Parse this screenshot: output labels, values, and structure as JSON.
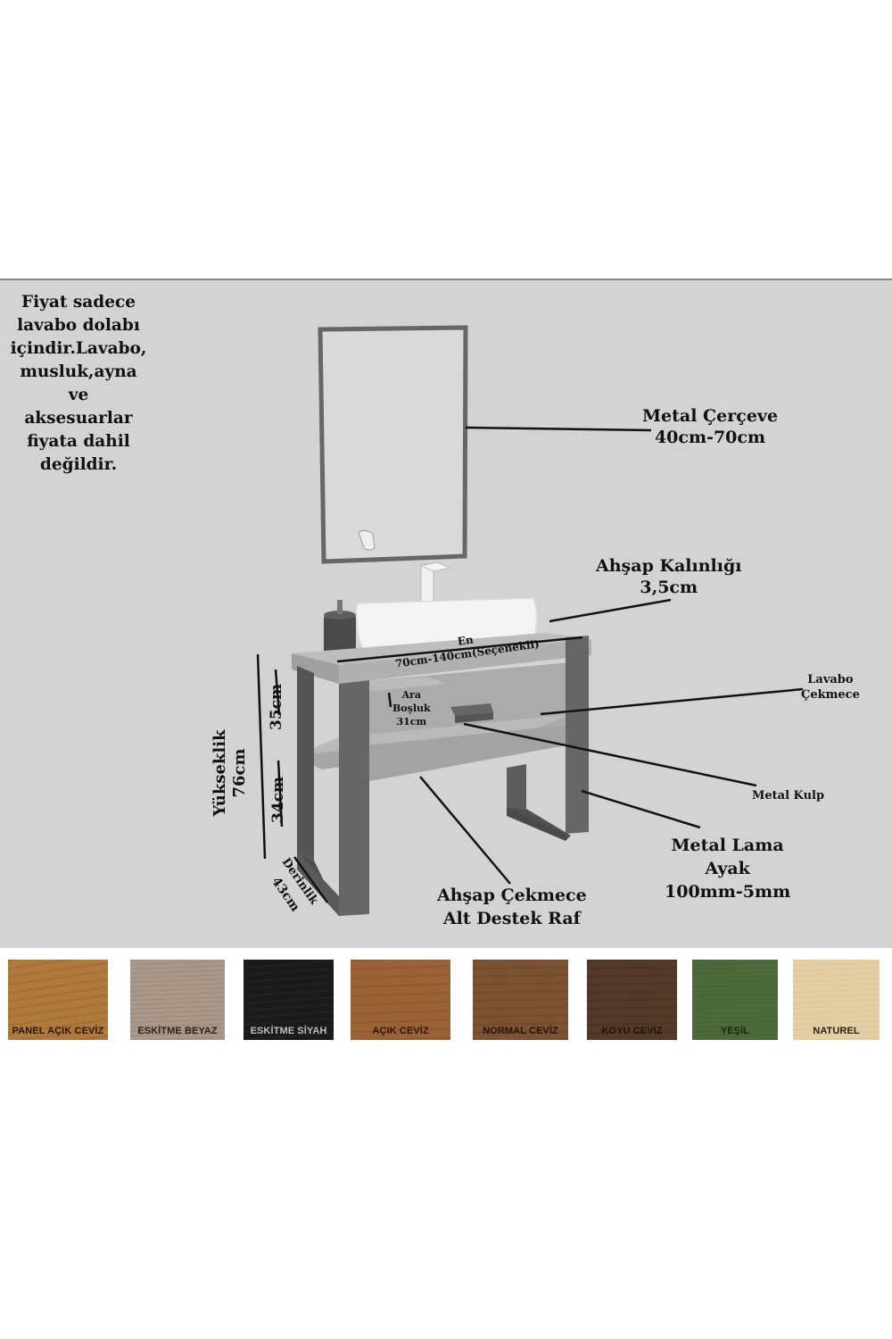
{
  "note": {
    "lines": [
      "Fiyat sadece",
      "lavabo dolabı",
      "içindir.Lavabo,",
      "musluk,ayna ve",
      "aksesuarlar",
      "fiyata dahil",
      "değildir."
    ],
    "text": "Fiyat sadece lavabo dolabı içindir.Lavabo, musluk,ayna ve aksesuarlar fiyata dahil değildir."
  },
  "callouts": {
    "frame": {
      "line1": "Metal Çerçeve",
      "line2": "40cm-70cm"
    },
    "wood_thickness": {
      "line1": "Ahşap Kalınlığı",
      "line2": "3,5cm"
    },
    "drawer": {
      "line1": "Lavabo",
      "line2": "Çekmece"
    },
    "handle": {
      "line1": "Metal Kulp"
    },
    "leg": {
      "line1": "Metal Lama",
      "line2": "Ayak",
      "line3": "100mm-5mm"
    },
    "shelf": {
      "line1": "Ahşap Çekmece",
      "line2": "Alt Destek Raf"
    }
  },
  "dimensions": {
    "width_label": "En",
    "width_value": "70cm-140cm(Seçenekli)",
    "gap_line1": "Ara",
    "gap_line2": "Boşluk",
    "gap_value": "31cm",
    "height_label": "Yükseklik",
    "height_value": "76cm",
    "upper_height": "35cm",
    "lower_height": "34cm",
    "depth_label": "Derinlik",
    "depth_value": "43cm"
  },
  "colors": {
    "panel_bg": "#d3d3d3",
    "metal": "#5c5c5c",
    "wood_gray": "#a9a9a9"
  },
  "swatches": [
    {
      "label": "PANEL AÇIK CEVİZ",
      "color": "#b07a3c",
      "text_color": "#2a1708"
    },
    {
      "label": "ESKİTME BEYAZ",
      "color": "#a9978a",
      "text_color": "#2a1f18"
    },
    {
      "label": "ESKİTME SİYAH",
      "color": "#1c1a18",
      "text_color": "#bdbdbd"
    },
    {
      "label": "AÇIK CEVİZ",
      "color": "#9a6236",
      "text_color": "#2a1708"
    },
    {
      "label": "NORMAL CEVİZ",
      "color": "#7d5231",
      "text_color": "#24140a"
    },
    {
      "label": "KOYU CEVİZ",
      "color": "#543a28",
      "text_color": "#1e140c"
    },
    {
      "label": "YEŞİL",
      "color": "#4d6a3b",
      "text_color": "#1a2412"
    },
    {
      "label": "NATUREL",
      "color": "#e4cfa4",
      "text_color": "#2a2318"
    }
  ]
}
